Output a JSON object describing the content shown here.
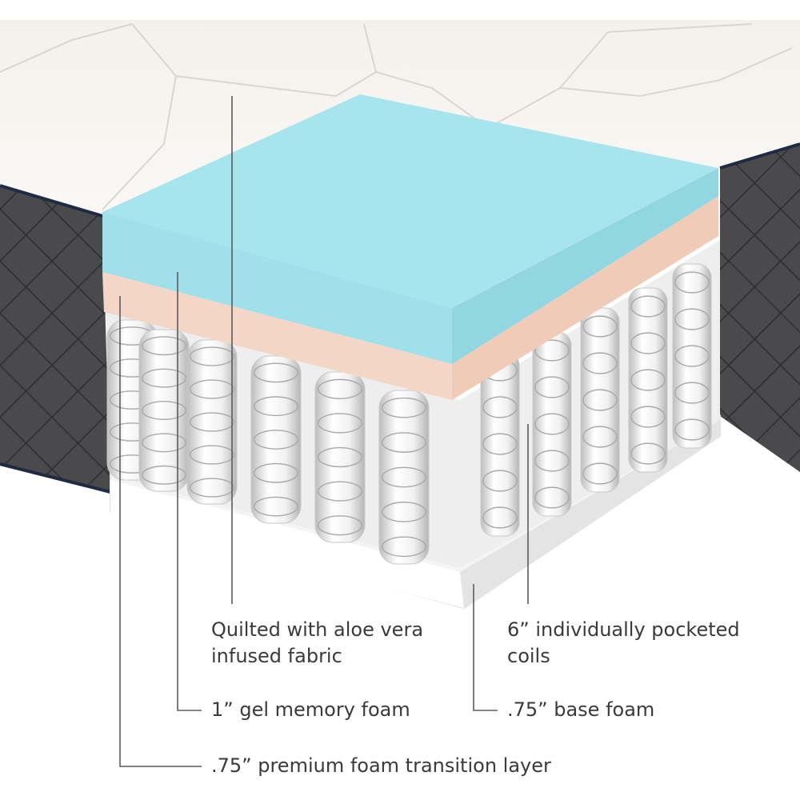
{
  "colors": {
    "gel_foam": "#9fe0ea",
    "transition_foam": "#f3d6c6",
    "base_foam": "#f4f4f4",
    "border_fabric": "#4a4a4c",
    "top_fabric": "#f6f4f0",
    "leader_line": "#5c5c5c"
  },
  "labels": {
    "quilted": [
      "Quilted with aloe vera",
      "infused fabric"
    ],
    "coils": [
      "6” individually pocketed",
      "coils"
    ],
    "gel_foam": "1” gel memory foam",
    "base_foam": ".75” base foam",
    "transition": ".75” premium foam transition layer"
  }
}
